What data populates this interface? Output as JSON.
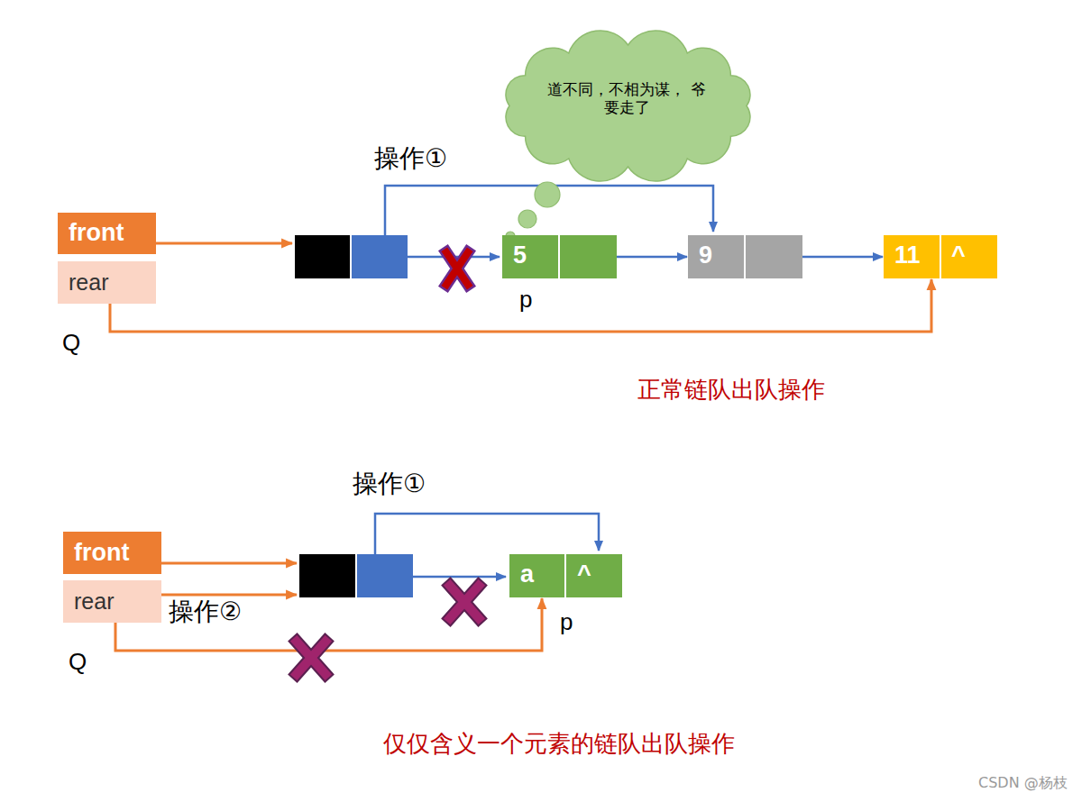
{
  "diagram": {
    "nodes": [
      {
        "text": [
          "道不同，不相为谋， 爷要走了"
        ]
      },
      {
        "text": [
          "front"
        ]
      },
      {
        "text": [
          "rear"
        ]
      },
      {
        "text": [
          "5"
        ]
      },
      {
        "text": [
          "9"
        ]
      },
      {
        "text": [
          "11",
          "^"
        ]
      },
      {
        "text": [
          "front"
        ]
      },
      {
        "text": [
          "rear"
        ]
      },
      {
        "text": [
          "a",
          "^"
        ]
      }
    ],
    "edges": [
      {
        "from": 3,
        "to": 4,
        "arrow": "to"
      },
      {
        "from": 4,
        "to": 5,
        "arrow": "to"
      },
      {
        "from": 2,
        "to": 5,
        "arrow": "to"
      },
      {
        "from": 7,
        "to": 8,
        "arrow": "to"
      }
    ],
    "labels": [
      "操作①",
      "p",
      "Q",
      "正常链队出队操作",
      "操作①",
      "操作②",
      "p",
      "Q",
      "仅仅含义一个元素的链队出队操作",
      "CSDN @杨枝"
    ]
  }
}
